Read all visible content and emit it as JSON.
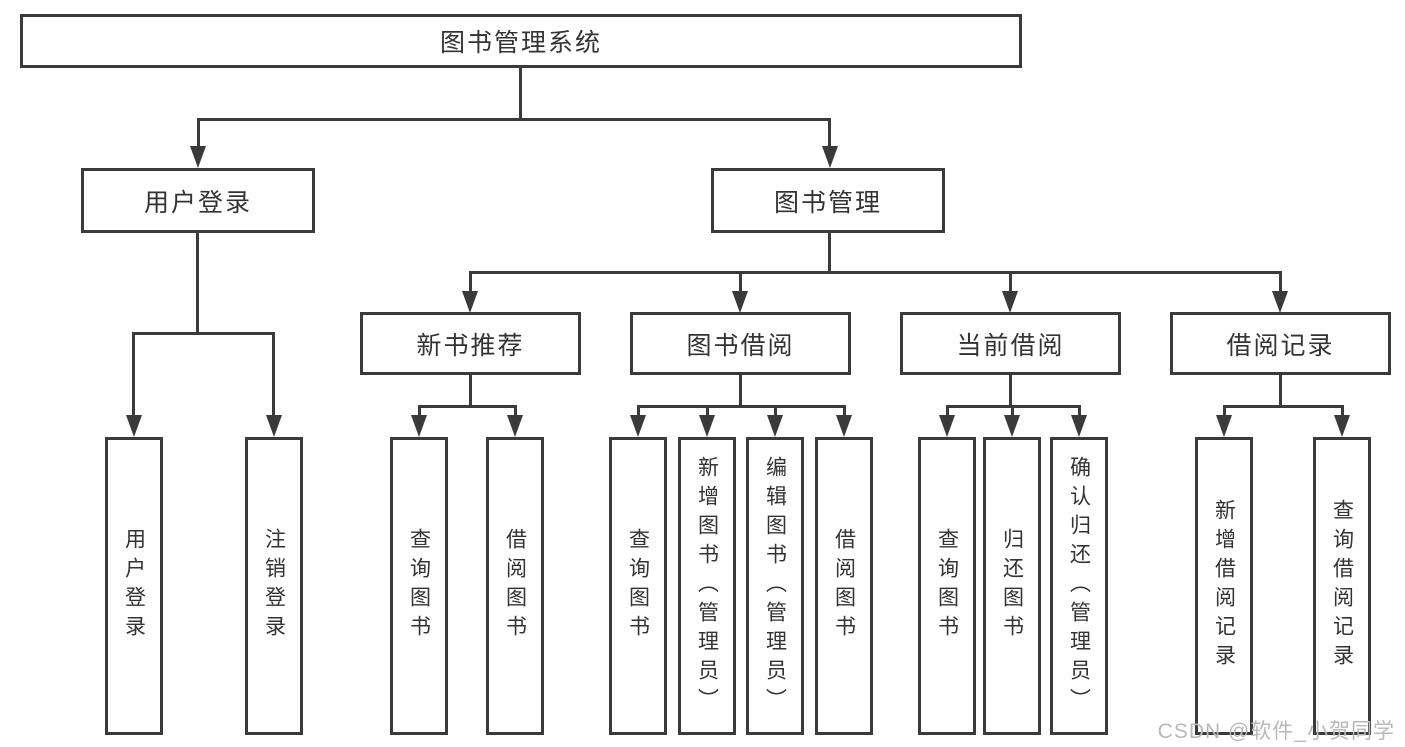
{
  "diagram": {
    "root": "图书管理系统",
    "level2": [
      "用户登录",
      "图书管理"
    ],
    "level3": [
      "新书推荐",
      "图书借阅",
      "当前借阅",
      "借阅记录"
    ],
    "leaves": {
      "user": [
        "用户登录",
        "注销登录"
      ],
      "recommend": [
        "查询图书",
        "借阅图书"
      ],
      "borrow": [
        "查询图书",
        "新增图书（管理员）",
        "编辑图书（管理员）",
        "借阅图书"
      ],
      "current": [
        "查询图书",
        "归还图书",
        "确认归还（管理员）"
      ],
      "records": [
        "新增借阅记录",
        "查询借阅记录"
      ]
    }
  },
  "watermark": "CSDN @软件_小贺同学",
  "colors": {
    "line": "#3a3a3a",
    "text": "#333333",
    "watermark": "#b9b9b9",
    "background": "#ffffff"
  }
}
